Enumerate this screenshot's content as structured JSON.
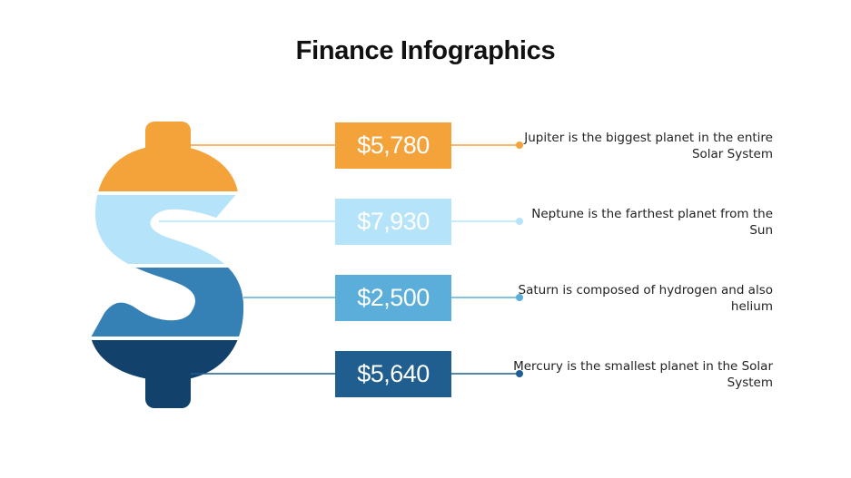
{
  "title": "Finance Infographics",
  "items": [
    {
      "value": "$5,780",
      "description": "Jupiter is the biggest planet in the entire Solar System",
      "color": "#F4A23A"
    },
    {
      "value": "$7,930",
      "description": "Neptune is the farthest planet from the Sun",
      "color": "#B5E4FA"
    },
    {
      "value": "$2,500",
      "description": "Saturn is composed of hydrogen and also helium",
      "color": "#5AAED9"
    },
    {
      "value": "$5,640",
      "description": "Mercury is the smallest planet in the Solar System",
      "color": "#1F5E8E"
    }
  ],
  "icon": "dollar-sign-icon",
  "dollar_band_colors": [
    "#F4A23A",
    "#B5E4FA",
    "#3580B5",
    "#12416B"
  ]
}
